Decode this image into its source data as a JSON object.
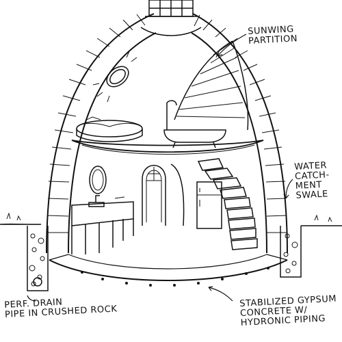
{
  "labels": {
    "sunwing": [
      "SUNWING",
      "PARTITION"
    ],
    "water": [
      "WATER",
      "CATCH-",
      "MENT",
      "SWALE"
    ],
    "drain": [
      "PERF. DRAIN",
      "PIPE IN CRUSHED ROCK"
    ],
    "floor": [
      "STABILIZED GYPSUM",
      "CONCRETE W/",
      "HYDRONIC PIPING"
    ]
  },
  "colors": {
    "ink": "#111111",
    "paper": "#ffffff"
  }
}
